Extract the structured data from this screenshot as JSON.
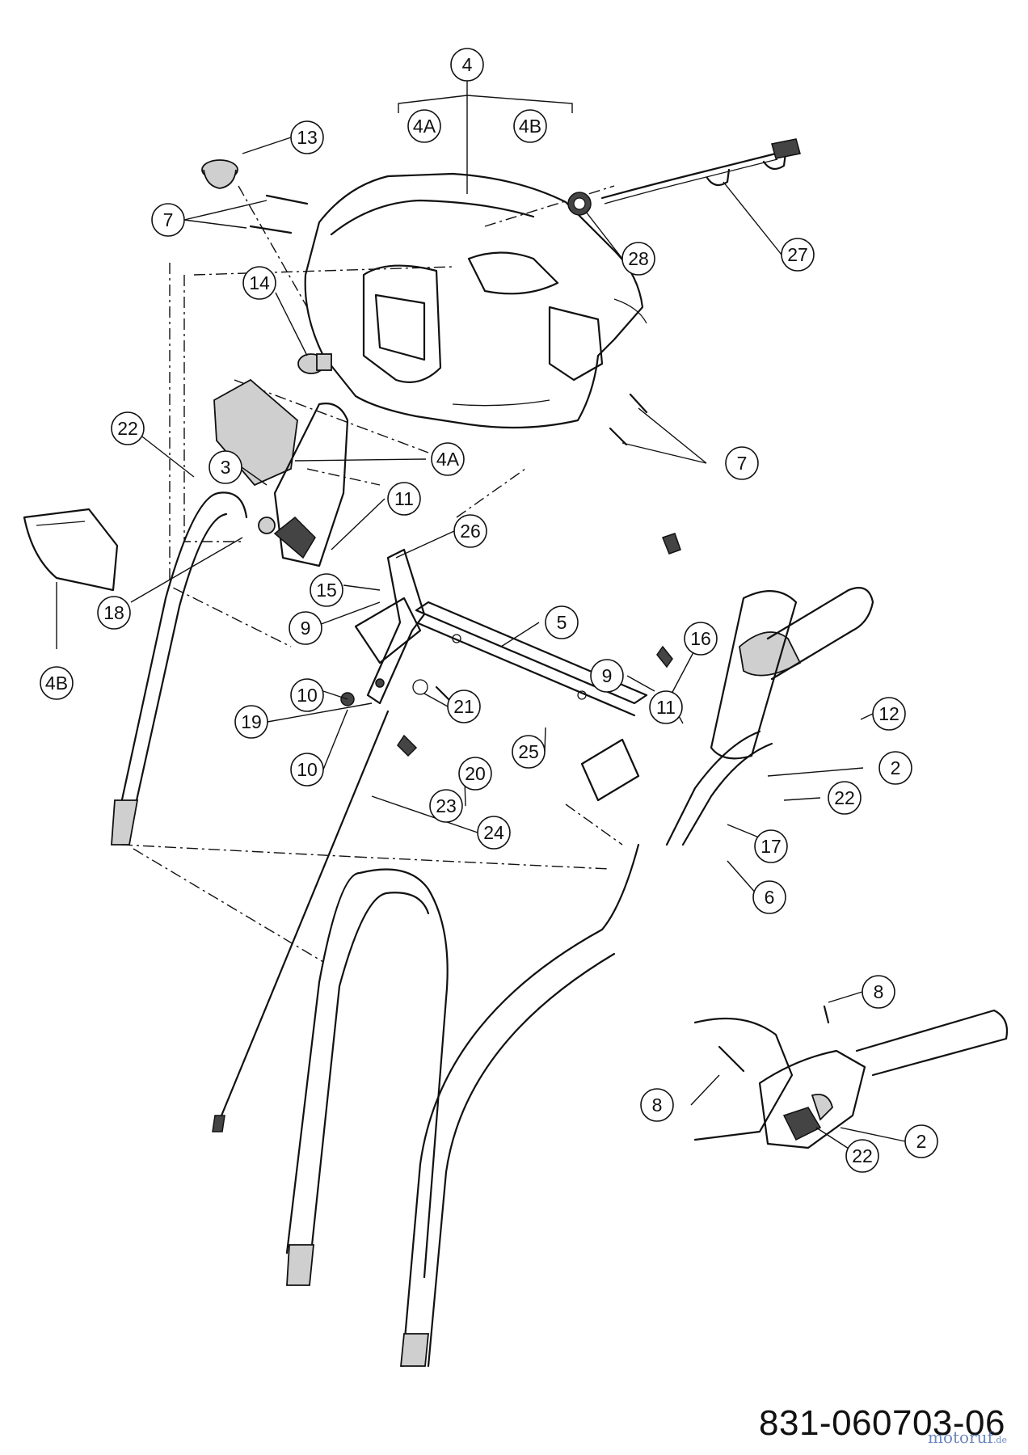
{
  "drawing_number": "831-060703-06",
  "watermark": {
    "name": "motoruf",
    "tld": ".de"
  },
  "callouts": {
    "c4": "4",
    "c4a_top": "4A",
    "c4b_top": "4B",
    "c13": "13",
    "c7a": "7",
    "c28": "28",
    "c27": "27",
    "c14": "14",
    "c22a": "22",
    "c3": "3",
    "c4a_mid": "4A",
    "c7b": "7",
    "c11a": "11",
    "c26": "26",
    "c15": "15",
    "c18": "18",
    "c9a": "9",
    "c5": "5",
    "c16": "16",
    "c4b_left": "4B",
    "c10a": "10",
    "c9b": "9",
    "c11b": "11",
    "c12": "12",
    "c19": "19",
    "c21": "21",
    "c25": "25",
    "c2a": "2",
    "c10b": "10",
    "c20": "20",
    "c22b": "22",
    "c23": "23",
    "c17": "17",
    "c24": "24",
    "c6": "6",
    "c8a": "8",
    "c8b": "8",
    "c2b": "2",
    "c22c": "22"
  }
}
